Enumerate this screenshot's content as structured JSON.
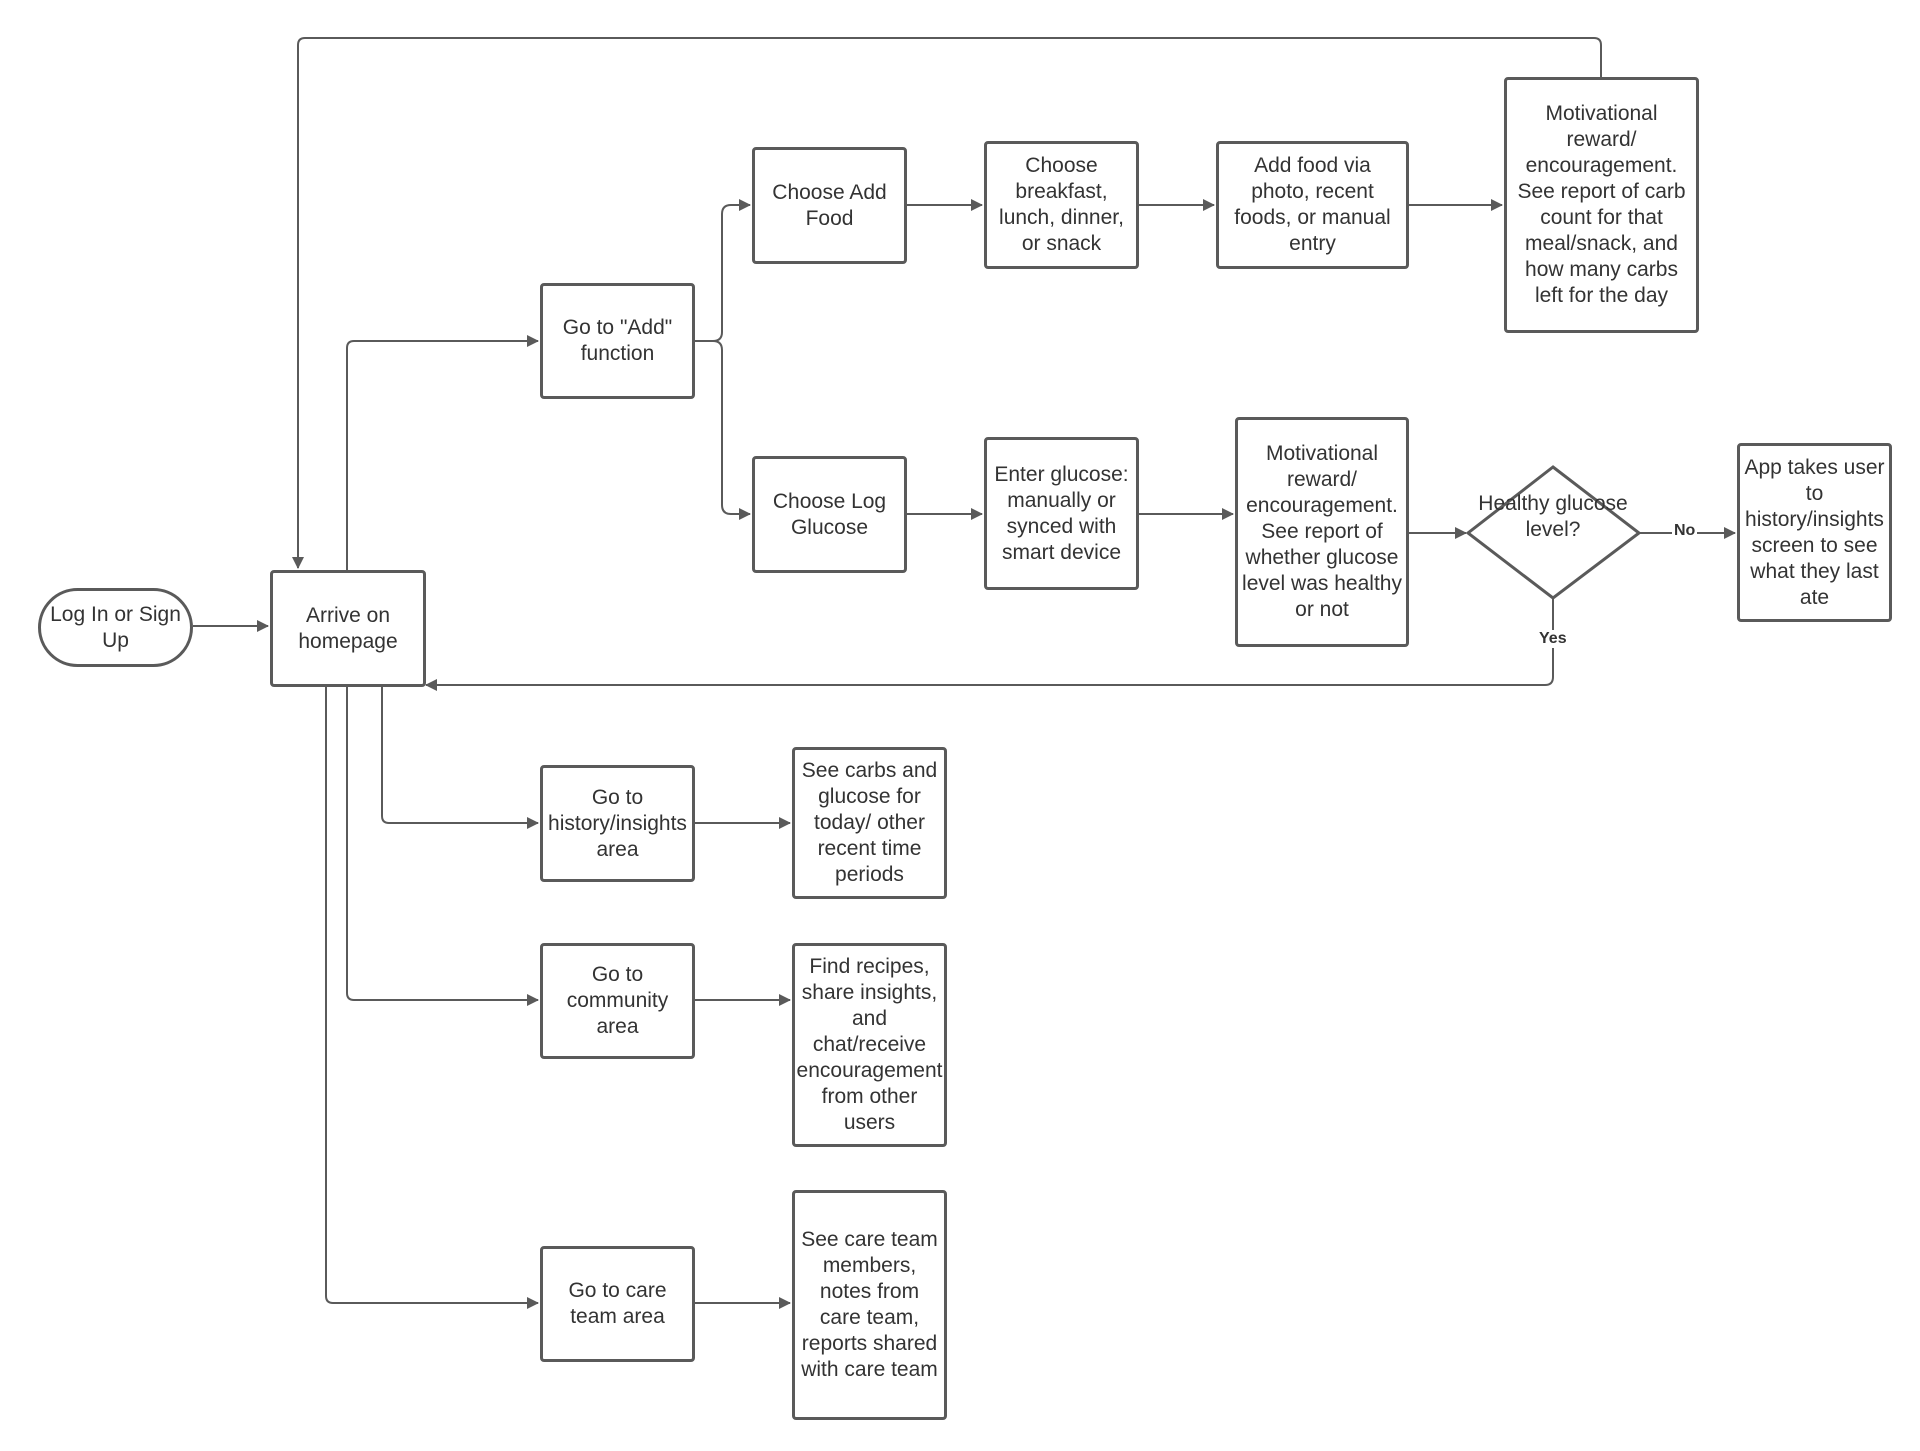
{
  "nodes": {
    "login": "Log In or Sign Up",
    "homepage": "Arrive on homepage",
    "add_function": "Go to \"Add\" function",
    "add_food": "Choose Add Food",
    "choose_meal": "Choose breakfast, lunch, dinner, or snack",
    "add_food_via": "Add food via photo, recent foods, or manual entry",
    "reward_food": "Motivational reward/ encouragement. See report of carb count for that meal/snack, and how many carbs left for the day",
    "log_glucose": "Choose Log Glucose",
    "enter_glucose": "Enter glucose: manually or synced with smart device",
    "reward_glucose": "Motivational reward/ encouragement. See report of whether glucose level was healthy or not",
    "healthy_decision": "Healthy glucose level?",
    "app_takes": "App takes user to history/insights screen to see what they last ate",
    "history_area": "Go to history/insights area",
    "see_carbs": "See carbs and glucose for today/ other recent time periods",
    "community_area": "Go to community area",
    "find_recipes": "Find recipes, share insights, and chat/receive encouragement from other users",
    "care_team_area": "Go to care team area",
    "see_care_team": "See care team members, notes from care team, reports shared with care team"
  },
  "edge_labels": {
    "no": "No",
    "yes": "Yes"
  },
  "colors": {
    "stroke": "#5a5a5a",
    "text": "#333333",
    "background": "#ffffff"
  }
}
